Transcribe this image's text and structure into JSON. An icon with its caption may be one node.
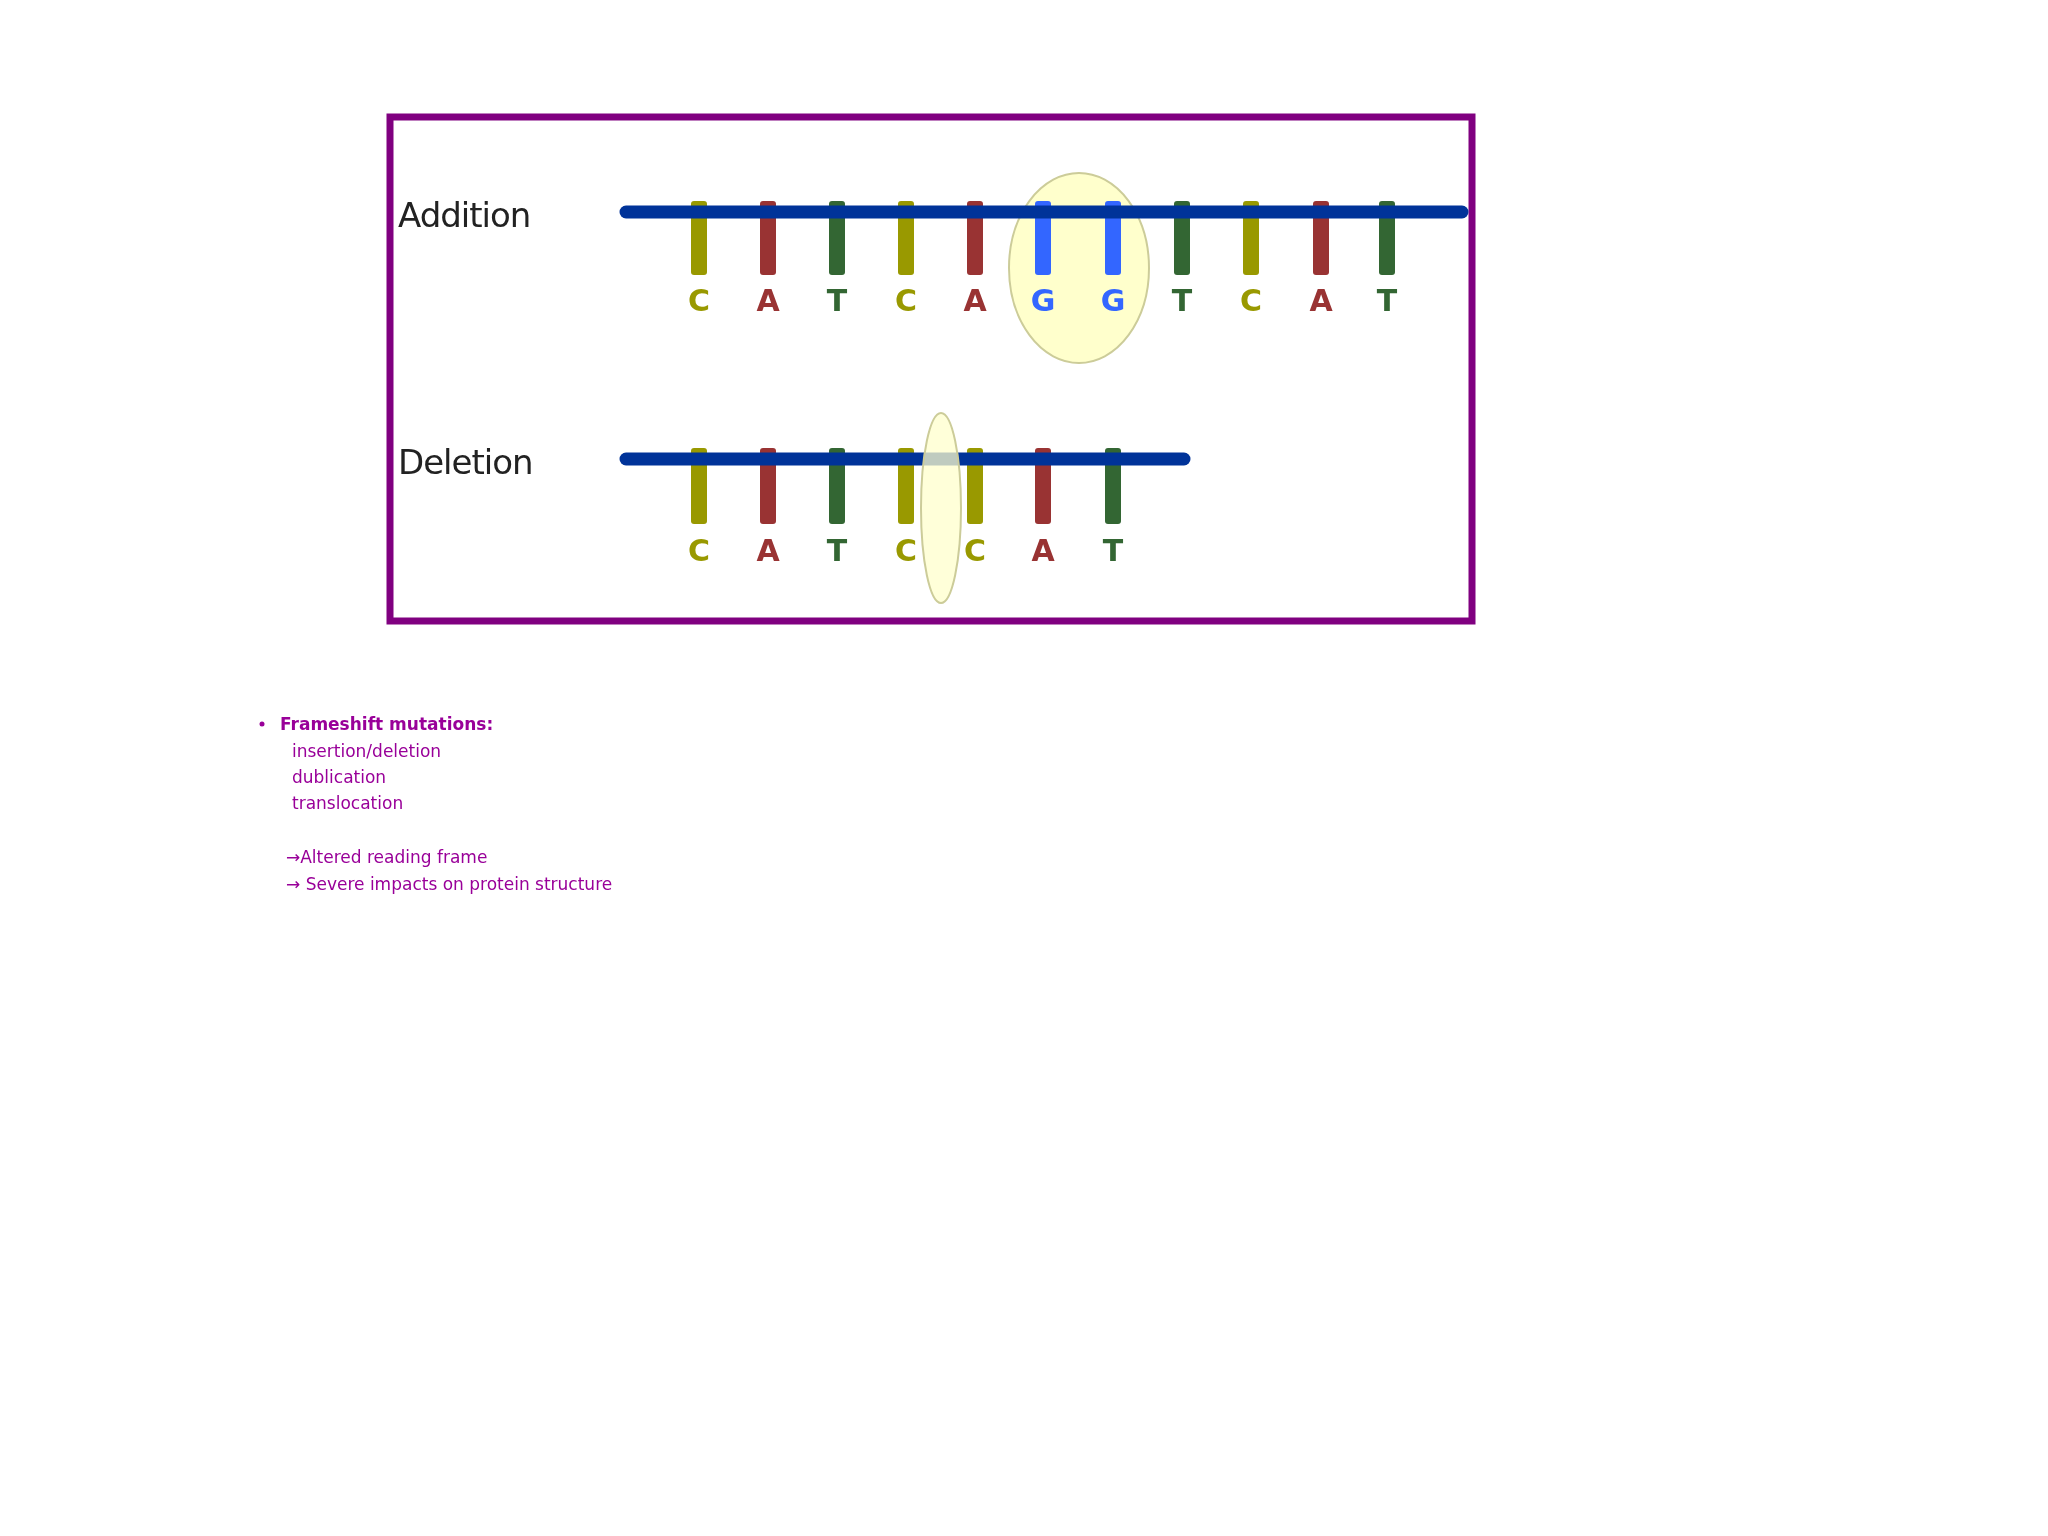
{
  "diagram": {
    "labels": [
      "Addition",
      "C",
      "A",
      "T",
      "C",
      "A",
      "G",
      "G",
      "T",
      "C",
      "A",
      "T",
      "Deletion",
      "C",
      "A",
      "T",
      "C",
      "C",
      "A",
      "T",
      "Frameshift mutations:",
      "insertion/deletion",
      "dublication",
      "translocation",
      "→Altered reading frame",
      "→ Severe impacts on protein structure"
    ]
  }
}
